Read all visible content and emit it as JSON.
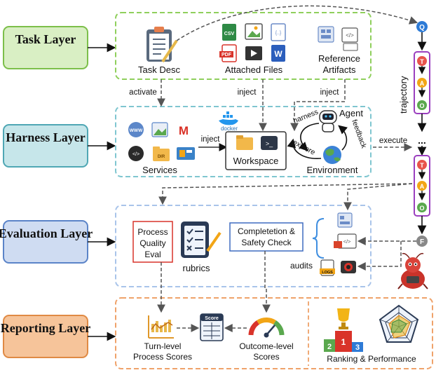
{
  "layers": {
    "task": "Task Layer",
    "harness": "Harness Layer",
    "evaluation": "Evaluation Layer",
    "reporting": "Reporting Layer"
  },
  "task": {
    "desc": "Task Desc",
    "files": "Attached Files",
    "reference_1": "Reference",
    "reference_2": "Artifacts",
    "file_badges": [
      "CSV",
      "PDF",
      "W"
    ]
  },
  "connectors": {
    "activate": "activate",
    "inject_files": "inject",
    "inject_refs": "inject",
    "inject_services": "inject",
    "execute": "execute",
    "harness": "harness",
    "explore": "explore",
    "feedback": "feedback"
  },
  "harness": {
    "services": "Services",
    "workspace": "Workspace",
    "agent": "Agent",
    "environment": "Environment",
    "docker": "docker",
    "service_icons": [
      "WWW",
      "M",
      "DIR"
    ]
  },
  "trajectory": {
    "label": "trajectory",
    "nodes_top": [
      "Q",
      "T",
      "A",
      "O"
    ],
    "ellipsis": "...",
    "nodes_bottom": [
      "T",
      "A",
      "O",
      "F"
    ]
  },
  "evaluation": {
    "process_1": "Process",
    "process_2": "Quality",
    "process_3": "Eval",
    "rubrics": "rubrics",
    "check_1": "Completetion &",
    "check_2": "Safety Check",
    "audits": "audits",
    "logs_badge": "LOGS"
  },
  "reporting": {
    "turn_1": "Turn-level",
    "turn_2": "Process Scores",
    "score_badge": "Score",
    "outcome_1": "Outcome-level",
    "outcome_2": "Scores",
    "ranking": "Ranking & Performance",
    "podium": [
      "2",
      "1",
      "3"
    ]
  },
  "colors": {
    "task_fill": "#d9efc4",
    "task_border": "#7cbf4a",
    "harness_fill": "#c6e6ea",
    "harness_border": "#4fa7b4",
    "eval_fill": "#cfdcf2",
    "eval_border": "#5b84c8",
    "report_fill": "#f6c49a",
    "report_border": "#e08a44",
    "node_T": "#e8534b",
    "node_A": "#f2a516",
    "node_O": "#5aa84e",
    "node_Q": "#2e7bd6",
    "node_F": "#888888",
    "traj_border": "#9b3fbf"
  }
}
